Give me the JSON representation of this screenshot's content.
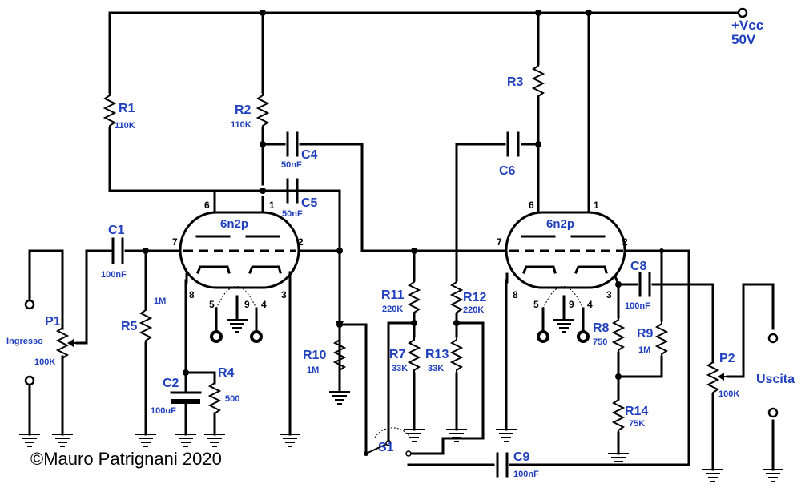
{
  "power": {
    "label": "+Vcc",
    "voltage": "50V"
  },
  "tubes": {
    "v1": "6n2p",
    "v2": "6n2p",
    "pins": {
      "p1": "1",
      "p2": "2",
      "p3": "3",
      "p4": "4",
      "p5": "5",
      "p6": "6",
      "p7": "7",
      "p8": "8",
      "p9": "9"
    }
  },
  "resistors": {
    "R1": {
      "name": "R1",
      "value": "110K"
    },
    "R2": {
      "name": "R2",
      "value": "110K"
    },
    "R3": {
      "name": "R3",
      "value": ""
    },
    "R4": {
      "name": "R4",
      "value": "500"
    },
    "R5": {
      "name": "R5",
      "value": "1M"
    },
    "R7": {
      "name": "R7",
      "value": "33K"
    },
    "R8": {
      "name": "R8",
      "value": "750"
    },
    "R9": {
      "name": "R9",
      "value": "1M"
    },
    "R10": {
      "name": "R10",
      "value": "1M"
    },
    "R11": {
      "name": "R11",
      "value": "220K"
    },
    "R12": {
      "name": "R12",
      "value": "220K"
    },
    "R13": {
      "name": "R13",
      "value": "33K"
    },
    "R14": {
      "name": "R14",
      "value": "75K"
    }
  },
  "capacitors": {
    "C1": {
      "name": "C1",
      "value": "100nF"
    },
    "C2": {
      "name": "C2",
      "value": "100uF"
    },
    "C4": {
      "name": "C4",
      "value": "50nF"
    },
    "C5": {
      "name": "C5",
      "value": "50nF"
    },
    "C6": {
      "name": "C6",
      "value": ""
    },
    "C8": {
      "name": "C8",
      "value": "100nF"
    },
    "C9": {
      "name": "C9",
      "value": "100nF"
    }
  },
  "potentiometers": {
    "P1": {
      "name": "P1",
      "value": "100K"
    },
    "P2": {
      "name": "P2",
      "value": "100K"
    }
  },
  "switch": {
    "name": "S1"
  },
  "io": {
    "input": "Ingresso",
    "output": "Uscita"
  },
  "copyright": "©Mauro Patrignani 2020"
}
